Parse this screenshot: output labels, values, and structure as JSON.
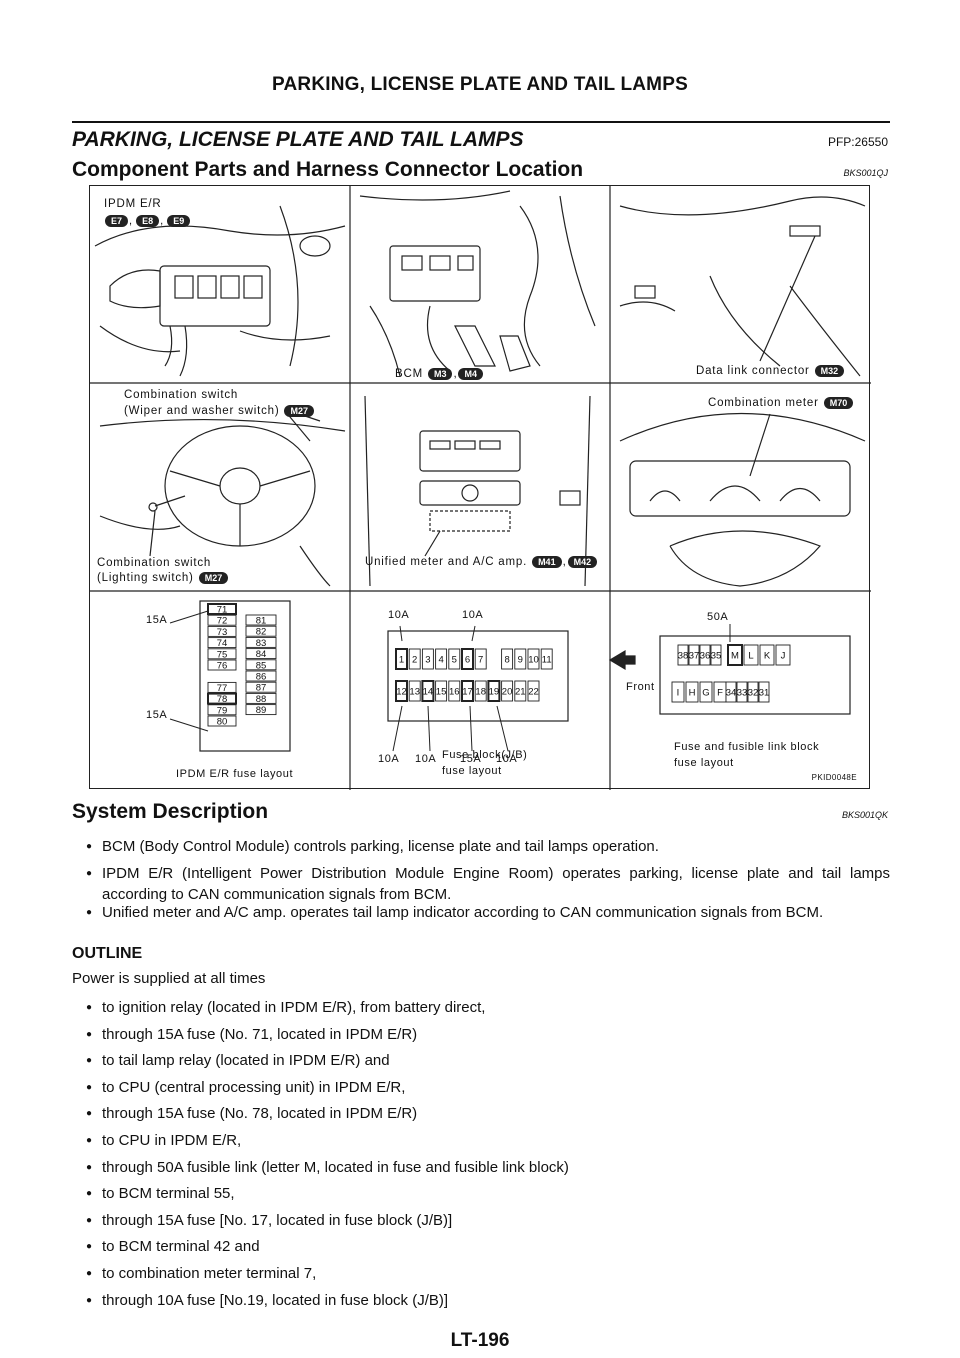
{
  "header": {
    "title": "PARKING, LICENSE PLATE AND TAIL LAMPS"
  },
  "section": {
    "title": "PARKING, LICENSE PLATE AND TAIL LAMPS",
    "pfp": "PFP:26550"
  },
  "component": {
    "title": "Component Parts and Harness Connector Location",
    "code": "BKS001QJ"
  },
  "figure": {
    "code": "PKID0048E",
    "ipdm": {
      "label": "IPDM E/R",
      "connectors": [
        "E7",
        "E8",
        "E9"
      ]
    },
    "bcm": {
      "label": "BCM",
      "connectors": [
        "M3",
        "M4"
      ]
    },
    "data_link": {
      "label": "Data link connector",
      "connector": "M32"
    },
    "comb_wiper": {
      "line1": "Combination switch",
      "line2": "(Wiper and washer switch)",
      "connector": "M27"
    },
    "comb_meter": {
      "label": "Combination meter",
      "connector": "M70"
    },
    "comb_light": {
      "line1": "Combination switch",
      "line2": "(Lighting switch)",
      "connector": "M27"
    },
    "unified": {
      "label": "Unified meter and A/C amp.",
      "connectors": [
        "M41",
        "M42"
      ]
    },
    "ipdm_fuse": {
      "caption": "IPDM E/R fuse layout",
      "amp_top": "15A",
      "amp_bottom": "15A",
      "left_col": [
        "71",
        "72",
        "73",
        "74",
        "75",
        "76",
        "77",
        "78",
        "79",
        "80"
      ],
      "right_col": [
        "81",
        "82",
        "83",
        "84",
        "85",
        "86",
        "87",
        "88",
        "89"
      ]
    },
    "jb_fuse": {
      "caption1": "Fuse block(J/B)",
      "caption2": "fuse layout",
      "top_amps": [
        "10A",
        "10A"
      ],
      "bottom_amps": [
        "10A",
        "10A",
        "15A",
        "10A"
      ],
      "row1": [
        "1",
        "2",
        "3",
        "4",
        "5",
        "6",
        "7",
        "",
        "8",
        "9",
        "10",
        "11"
      ],
      "row2": [
        "12",
        "13",
        "14",
        "15",
        "16",
        "17",
        "18",
        "19",
        "20",
        "21",
        "22"
      ]
    },
    "link_fuse": {
      "caption1": "Fuse and fusible link block",
      "caption2": "fuse layout",
      "amp": "50A",
      "front": "Front",
      "row1": [
        "38",
        "37",
        "36",
        "35",
        "M",
        "L",
        "K",
        "J"
      ],
      "row2": [
        "I",
        "H",
        "G",
        "F",
        "34",
        "33",
        "32",
        "31"
      ]
    }
  },
  "system": {
    "title": "System Description",
    "code": "BKS001QK",
    "bullets": [
      "BCM (Body Control Module) controls parking, license plate and tail lamps operation.",
      "IPDM E/R (Intelligent Power Distribution Module Engine Room) operates parking, license plate and tail lamps according to CAN communication signals from BCM.",
      "Unified meter and A/C amp. operates tail lamp indicator according to CAN communication signals from BCM."
    ]
  },
  "outline": {
    "title": "OUTLINE",
    "intro": "Power is supplied at all times",
    "items": [
      "to ignition relay (located in IPDM E/R), from battery direct,",
      "through 15A fuse (No. 71, located in IPDM E/R)",
      "to tail lamp relay (located in IPDM E/R) and",
      "to CPU (central processing unit) in IPDM E/R,",
      "through 15A fuse (No. 78, located in IPDM E/R)",
      "to CPU in IPDM E/R,",
      "through 50A fusible link (letter M, located in fuse and fusible link block)",
      "to BCM terminal 55,",
      "through 15A fuse [No. 17, located in fuse block (J/B)]",
      "to BCM terminal 42 and",
      "to combination meter terminal 7,",
      "through 10A fuse [No.19, located in fuse block (J/B)]"
    ]
  },
  "footer": {
    "page": "LT-196"
  }
}
